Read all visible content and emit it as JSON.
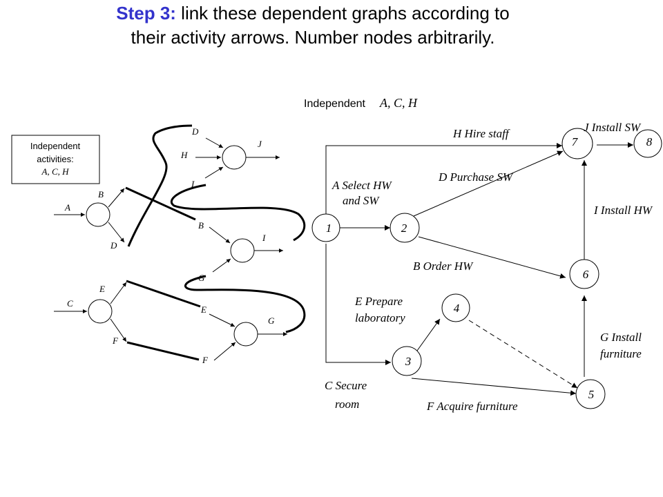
{
  "title": {
    "step_label": "Step 3:",
    "line1_rest": "link these dependent graphs according to",
    "line2": "their activity arrows.  Number nodes arbitrarily."
  },
  "left_panel": {
    "box": {
      "line1": "Independent",
      "line2": "activities:",
      "line3": "A, C, H"
    },
    "labels": {
      "A": "A",
      "B_top": "B",
      "D_bottom": "D",
      "C": "C",
      "E_top": "E",
      "F_bottom": "F",
      "D_in": "D",
      "H_in": "H",
      "I_in": "I",
      "J_out": "J",
      "B_in": "B",
      "G_in": "G",
      "I_out": "I",
      "E_in": "E",
      "F_in": "F",
      "G_out": "G"
    }
  },
  "network": {
    "independent_prefix": "Independent",
    "independent_list": "A, C, H",
    "nodes": {
      "n1": "1",
      "n2": "2",
      "n3": "3",
      "n4": "4",
      "n5": "5",
      "n6": "6",
      "n7": "7",
      "n8": "8"
    },
    "activities": {
      "H": "H Hire staff",
      "J": "J Install SW",
      "A_line1": "A Select HW",
      "A_line2": "and SW",
      "D": "D Purchase SW",
      "I": "I Install HW",
      "B": "B Order HW",
      "E_line1": "E Prepare",
      "E_line2": "laboratory",
      "G_line1": "G Install",
      "G_line2": "furniture",
      "C_line1": "C Secure",
      "C_line2": "room",
      "F": "F Acquire furniture"
    }
  }
}
